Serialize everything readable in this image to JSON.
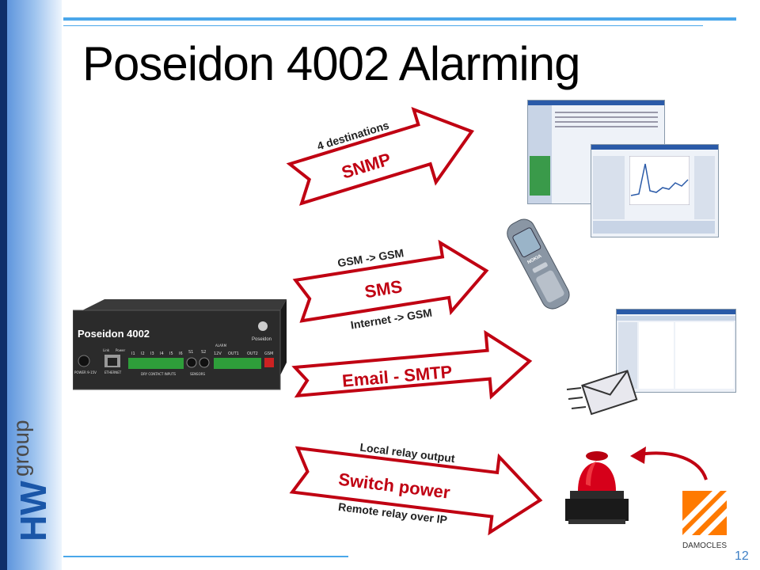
{
  "slide": {
    "title": "Poseidon 4002 Alarming",
    "page_number": "12"
  },
  "logo": {
    "brand": "HW",
    "suffix": "group"
  },
  "device": {
    "name": "Poseidon 4002",
    "brand": "Poseidon",
    "labels": [
      "POWER 9-15V",
      "Link",
      "Power",
      "ETHERNET",
      "I1",
      "I2",
      "I3",
      "I4",
      "I5",
      "I6",
      "DRY CONTACT INPUTS",
      "S1",
      "S2",
      "SENSORS",
      "ALARM",
      "12V",
      "OUT1",
      "OUT2",
      "GSM"
    ]
  },
  "channels": [
    {
      "name": "SNMP",
      "label_top": "4 destinations",
      "label_bottom": ""
    },
    {
      "name": "SMS",
      "label_top": "GSM -> GSM",
      "label_bottom": "Internet -> GSM"
    },
    {
      "name": "Email - SMTP",
      "label_top": "",
      "label_bottom": ""
    },
    {
      "name": "Switch power",
      "label_top": "Local relay output",
      "label_bottom": "Remote relay over IP"
    }
  ],
  "phone": {
    "brand": "NOKIA"
  },
  "damocles": {
    "name": "DAMOCLES"
  },
  "colors": {
    "accent": "#c00012",
    "rule": "#4aa7ea",
    "sidebar": "#4f8ad8",
    "sidebar_dark": "#0f2f6a"
  }
}
